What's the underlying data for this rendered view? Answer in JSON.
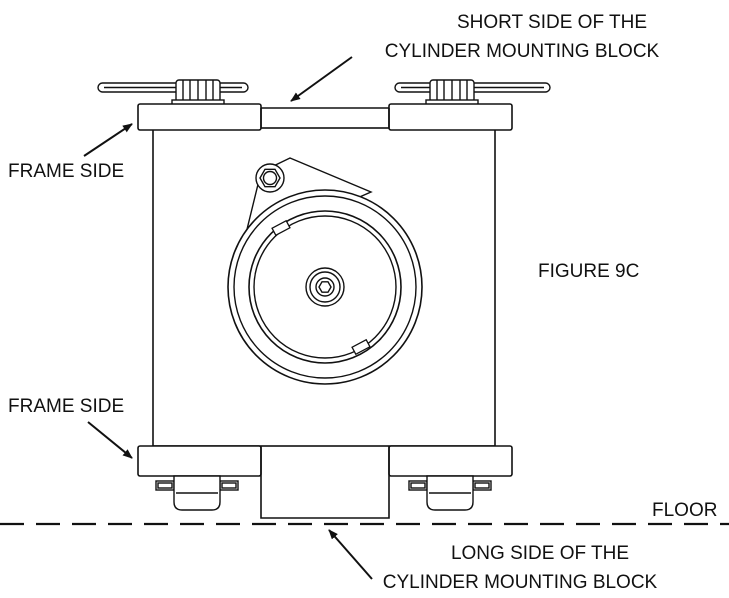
{
  "labels": {
    "short_side_line1": "SHORT SIDE OF THE",
    "short_side_line2": "CYLINDER MOUNTING BLOCK",
    "frame_side_top": "FRAME SIDE",
    "frame_side_bottom": "FRAME SIDE",
    "figure": "FIGURE 9C",
    "floor": "FLOOR",
    "long_side_line1": "LONG SIDE OF THE",
    "long_side_line2": "CYLINDER MOUNTING BLOCK"
  },
  "colors": {
    "line": "#111111",
    "background": "#ffffff"
  }
}
